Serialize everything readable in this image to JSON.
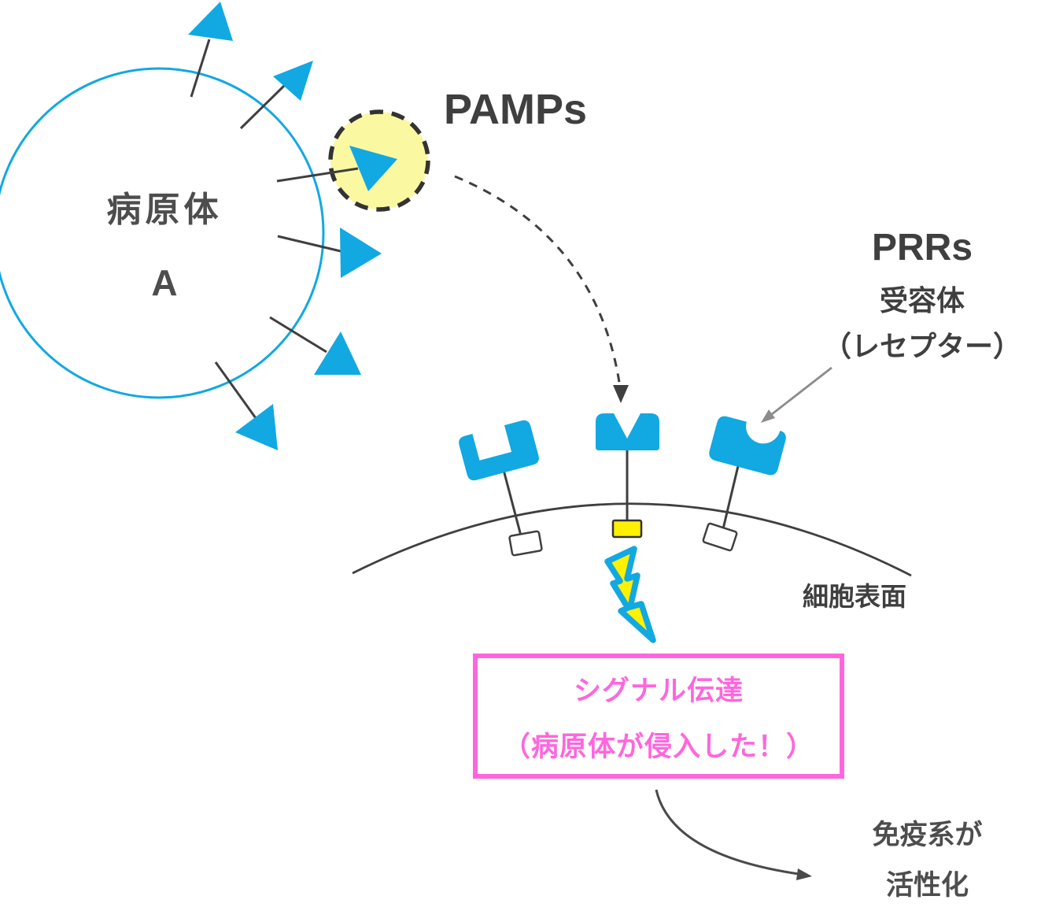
{
  "diagram": {
    "pathogen": {
      "name": "病原体",
      "variant": "A"
    },
    "pamps_label": "PAMPs",
    "prrs": {
      "title": "PRRs",
      "jp_name": "受容体",
      "jp_reading": "（レセプター）"
    },
    "cell_surface_label": "細胞表面",
    "signal_box": {
      "line1": "シグナル伝達",
      "line2": "（病原体が侵入した！）"
    },
    "outcome": {
      "line1": "免疫系が",
      "line2": "活性化"
    }
  },
  "colors": {
    "pathogen_blue": "#12A8E2",
    "pamps_highlight_yellow": "#FAF8A1",
    "signal_yellow": "#FFF100",
    "signal_pink": "#FF66DD",
    "text_dark": "#4D4D4D",
    "line_dark": "#3F3F3F",
    "arrow_gray": "#8C8C8C"
  },
  "icons": {
    "pamp": "blue-triangle-icon",
    "pamps_highlight": "dashed-circle-highlight-icon",
    "signal": "lightning-bolt-icon",
    "receptor_left": "square-notch-receptor-icon",
    "receptor_middle": "v-notch-receptor-icon",
    "receptor_right": "round-notch-receptor-icon"
  }
}
